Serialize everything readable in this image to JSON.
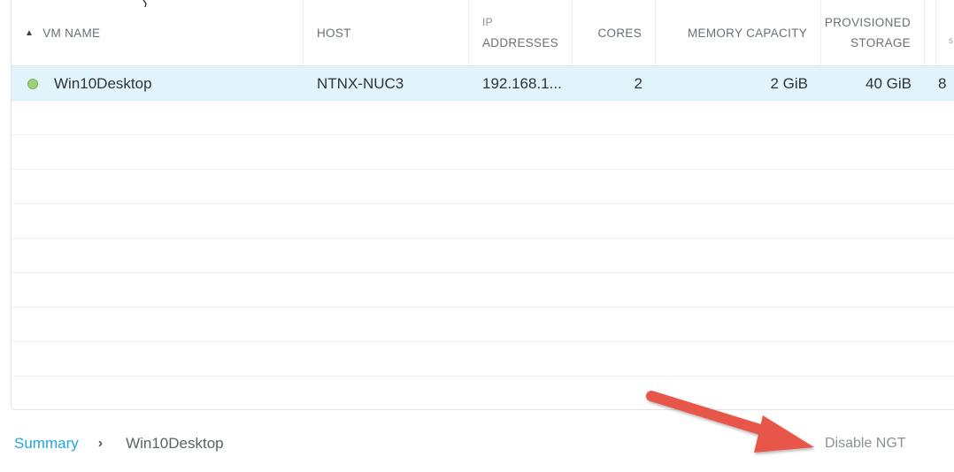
{
  "table": {
    "columns": [
      {
        "label_lines": [
          "VM NAME"
        ],
        "sort": "ascending",
        "sort_icon": "sort-ascending-icon"
      },
      {
        "label_lines": [
          "HOST"
        ]
      },
      {
        "label_lines": [
          "IP",
          "ADDRESSES"
        ]
      },
      {
        "label_lines": [
          "CORES"
        ]
      },
      {
        "label_lines": [
          "MEMORY CAPACITY"
        ]
      },
      {
        "label_lines": [
          "PROVISIONED",
          "STORAGE"
        ]
      }
    ],
    "rows": [
      {
        "status": "on",
        "status_color": "#9bd07d",
        "vm_name": "Win10Desktop",
        "host": "NTNX-NUC3",
        "ip": "192.168.1...",
        "cores": "2",
        "memory": "2 GiB",
        "storage": "40 GiB",
        "cut_off_value": "8"
      }
    ]
  },
  "breadcrumb": {
    "root": "Summary",
    "separator": "›",
    "current": "Win10Desktop"
  },
  "actions": {
    "disable_ngt": "Disable NGT"
  },
  "colors": {
    "accent": "#22a5e0",
    "selected_row": "#e2f4fb",
    "arrow": "#e8564a"
  }
}
